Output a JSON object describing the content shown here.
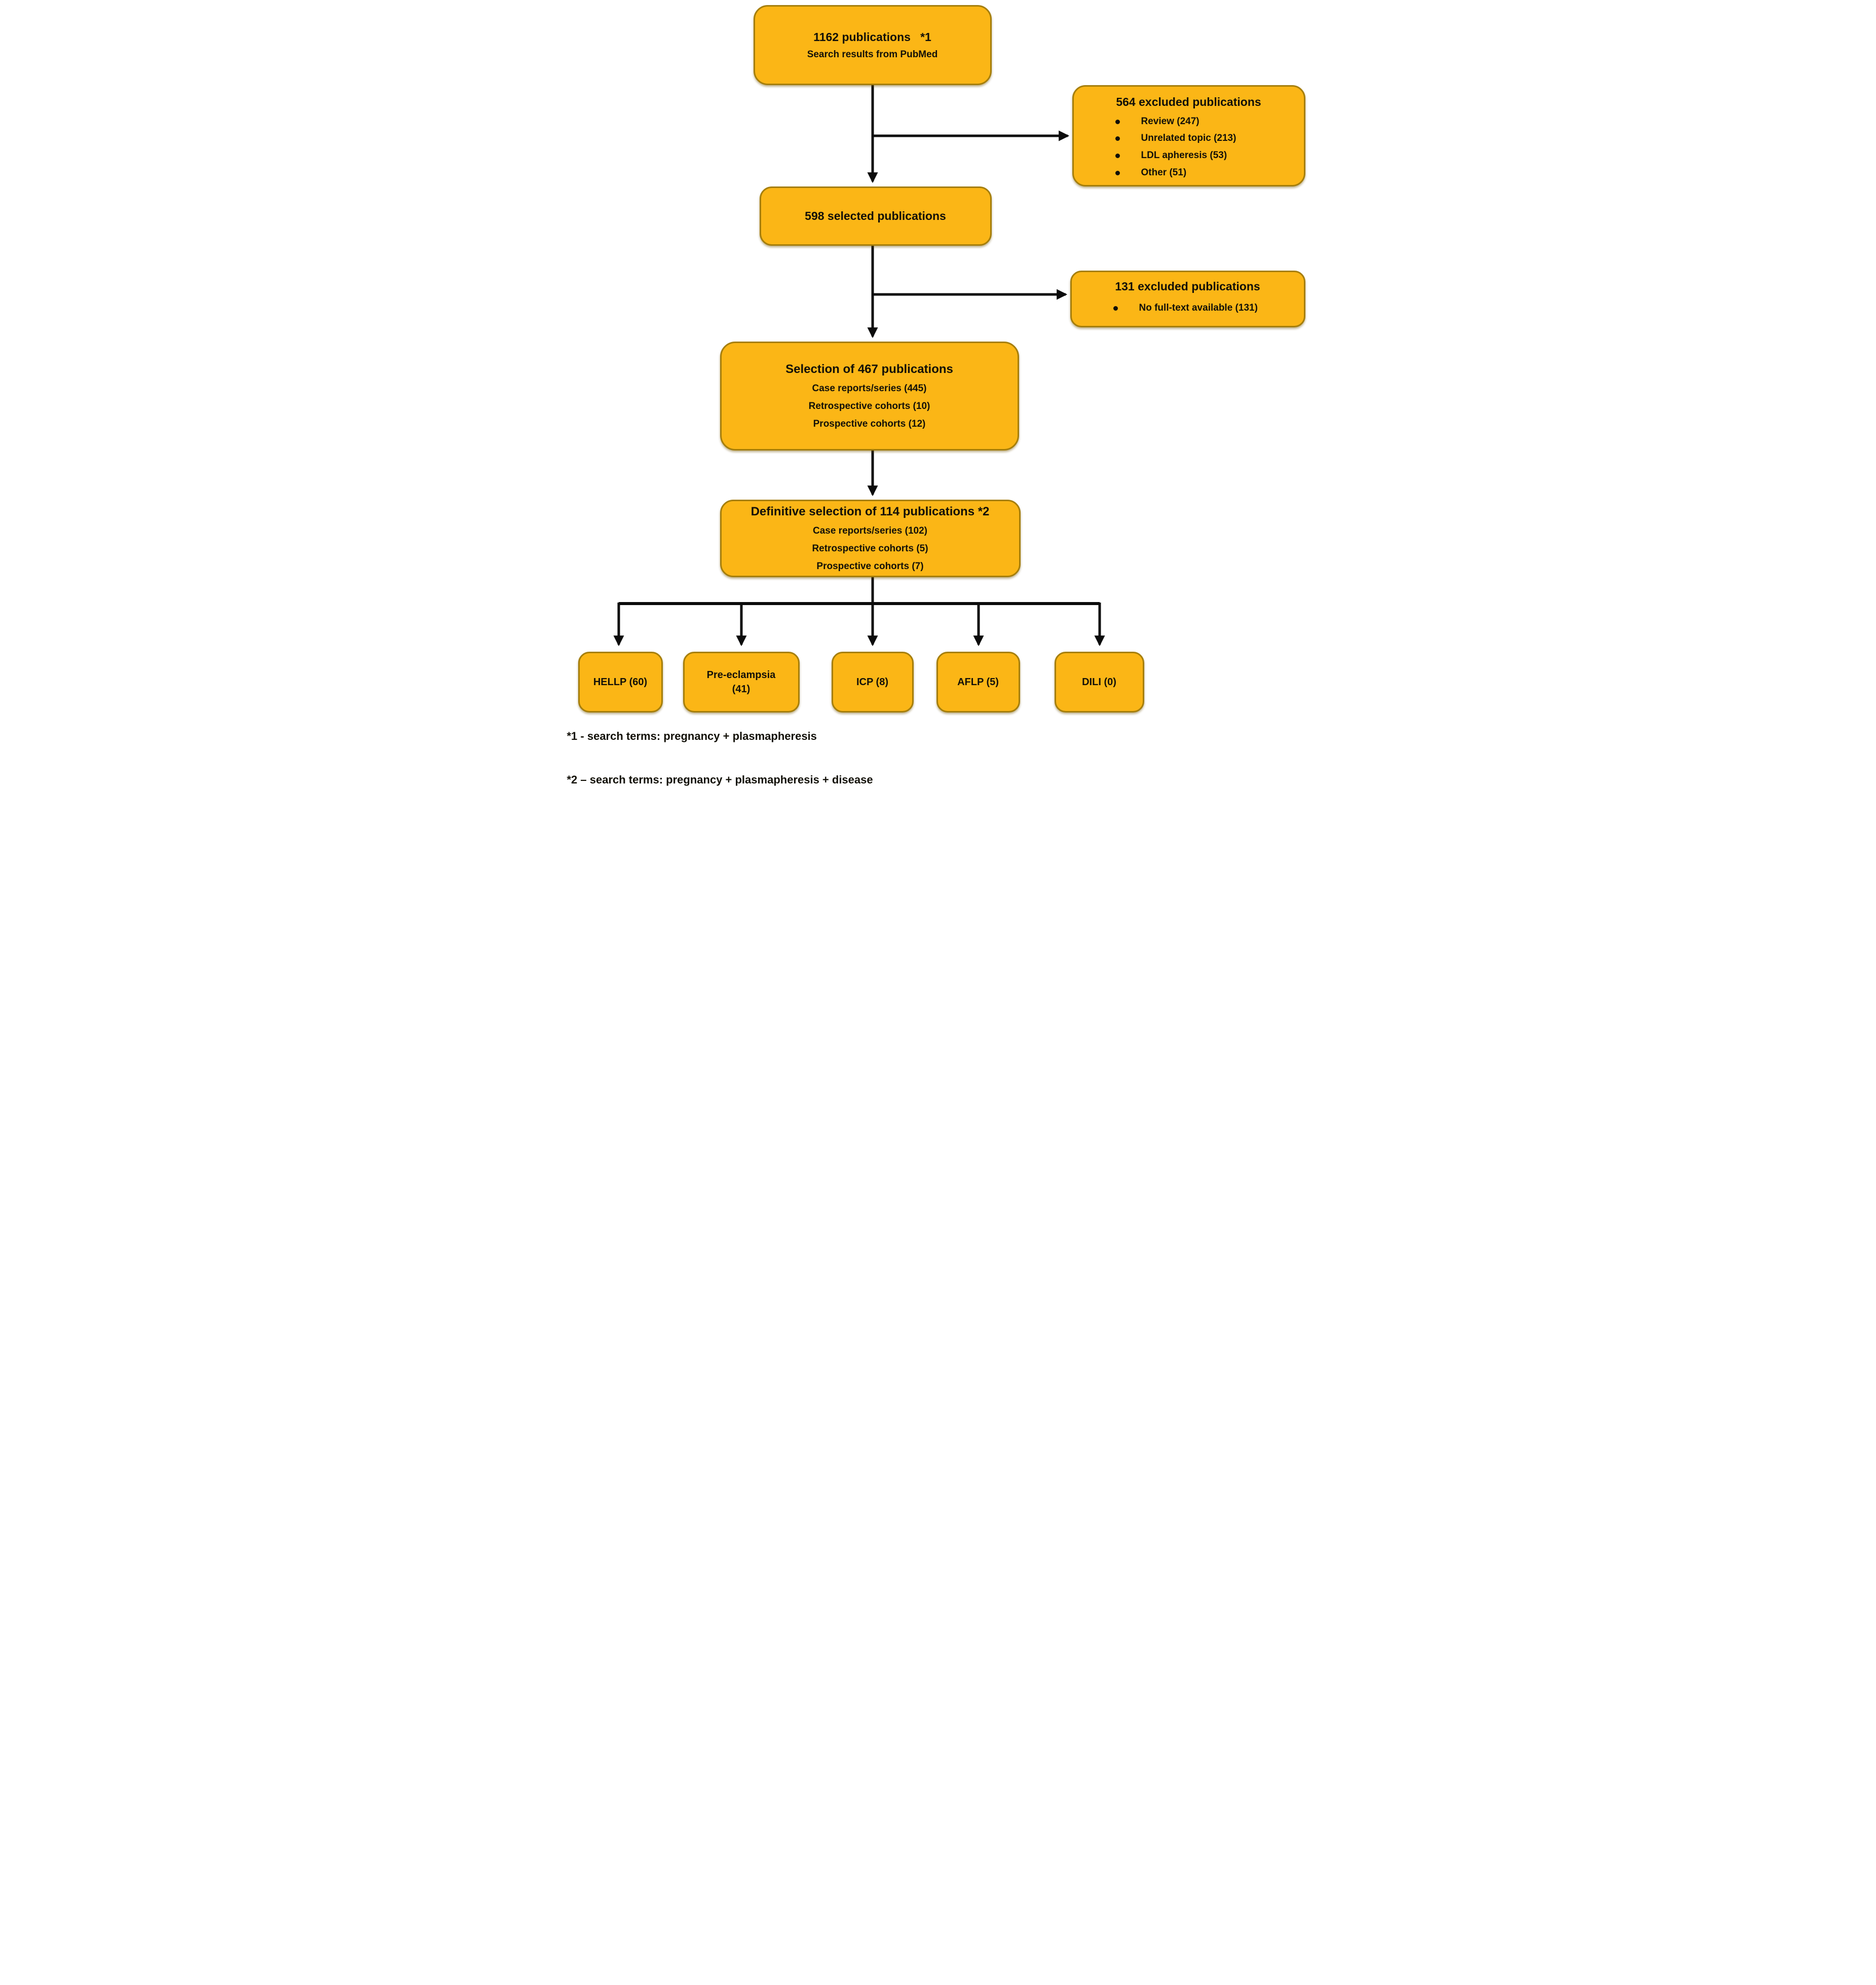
{
  "diagram": {
    "colors": {
      "box_fill": "#FBB616",
      "box_border": "#A57E0B",
      "arrow": "#0C0C0C",
      "text": "#121008",
      "page_bg": "#FFFFFF"
    },
    "boxes": {
      "pubmed": {
        "title": "1162 publications   *1",
        "subtitle": "Search results from PubMed"
      },
      "excluded564": {
        "title": "564 excluded publications",
        "items": [
          "Review (247)",
          "Unrelated topic (213)",
          "LDL apheresis (53)",
          "Other (51)"
        ]
      },
      "selected598": {
        "title": "598 selected publications"
      },
      "excluded131": {
        "title": "131 excluded publications",
        "items": [
          "No full-text available (131)"
        ]
      },
      "selection467": {
        "title": "Selection of 467 publications",
        "lines": [
          "Case reports/series (445)",
          "Retrospective cohorts (10)",
          "Prospective cohorts (12)"
        ]
      },
      "definitive114": {
        "title": "Definitive selection of 114 publications *2",
        "lines": [
          "Case reports/series (102)",
          "Retrospective cohorts (5)",
          "Prospective cohorts (7)"
        ]
      },
      "hellp": {
        "title": "HELLP (60)"
      },
      "preeclampsia": {
        "line1": "Pre-eclampsia",
        "line2": "(41)"
      },
      "icp": {
        "title": "ICP (8)"
      },
      "aflp": {
        "title": "AFLP (5)"
      },
      "dili": {
        "title": "DILI (0)"
      }
    },
    "footnotes": [
      "*1 - search terms: pregnancy + plasmapheresis",
      "*2 – search terms: pregnancy + plasmapheresis + disease"
    ]
  }
}
